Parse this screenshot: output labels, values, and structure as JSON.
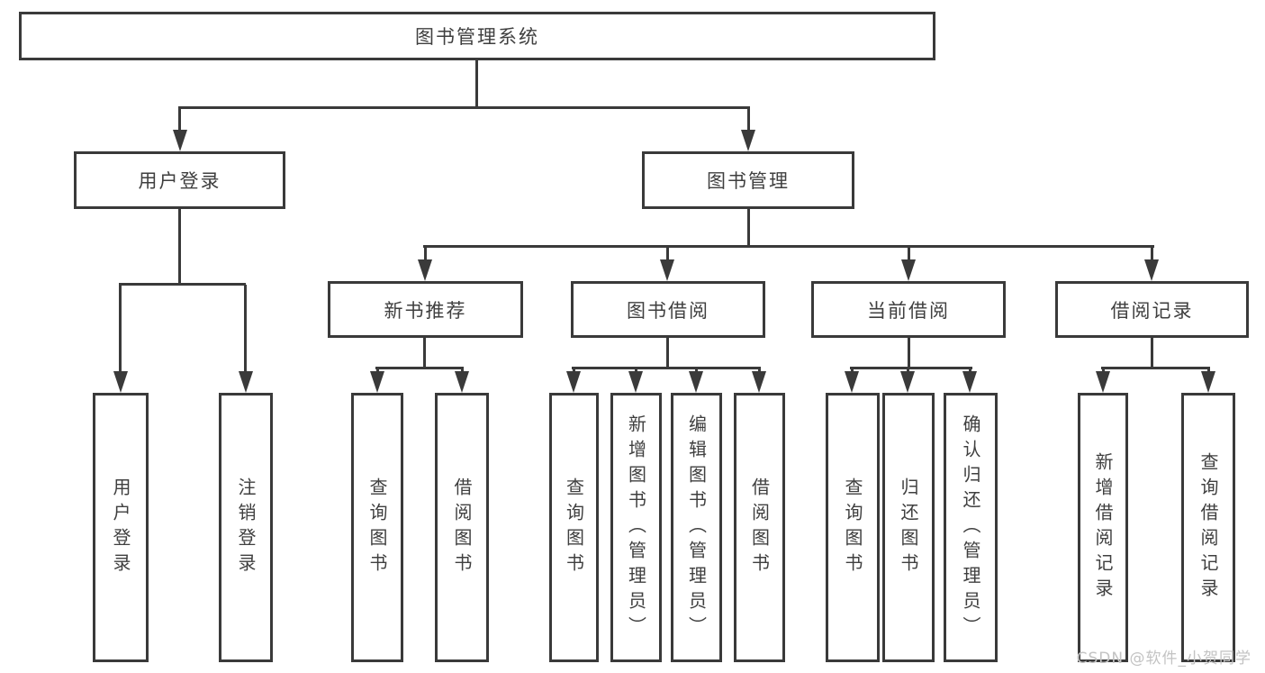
{
  "diagram": {
    "root": {
      "label": "图书管理系统"
    },
    "branches": [
      {
        "label": "用户登录",
        "children": [
          {
            "label": "用户登录"
          },
          {
            "label": "注销登录"
          }
        ]
      },
      {
        "label": "图书管理",
        "children": [
          {
            "label": "新书推荐",
            "children": [
              {
                "label": "查询图书"
              },
              {
                "label": "借阅图书"
              }
            ]
          },
          {
            "label": "图书借阅",
            "children": [
              {
                "label": "查询图书"
              },
              {
                "label": "新增图书（管理员）"
              },
              {
                "label": "编辑图书（管理员）"
              },
              {
                "label": "借阅图书"
              }
            ]
          },
          {
            "label": "当前借阅",
            "children": [
              {
                "label": "查询图书"
              },
              {
                "label": "归还图书"
              },
              {
                "label": "确认归还（管理员）"
              }
            ]
          },
          {
            "label": "借阅记录",
            "children": [
              {
                "label": "新增借阅记录"
              },
              {
                "label": "查询借阅记录"
              }
            ]
          }
        ]
      }
    ]
  },
  "watermark": {
    "text": "CSDN @软件_小贺同学"
  },
  "colors": {
    "line": "#3a3a3a",
    "text": "#3f3f3f",
    "background": "#ffffff",
    "watermark": "#c3c3c3"
  }
}
